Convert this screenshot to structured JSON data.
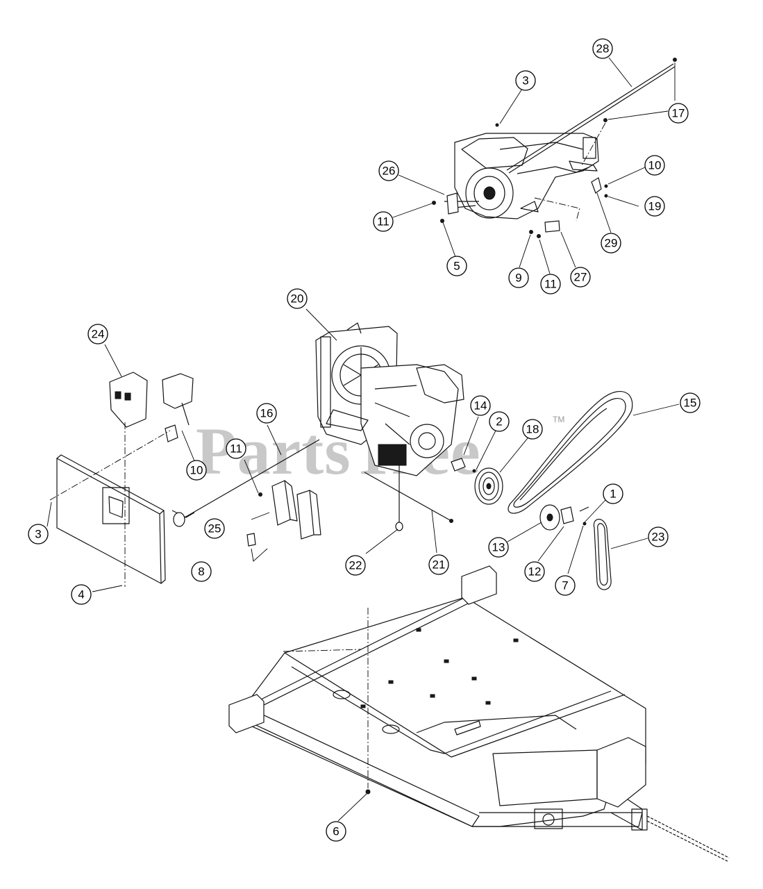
{
  "watermark": {
    "text": "PartsTree",
    "trademark": "TM"
  },
  "callouts": [
    {
      "id": "28",
      "label": "28"
    },
    {
      "id": "3a",
      "label": "3"
    },
    {
      "id": "17",
      "label": "17"
    },
    {
      "id": "26",
      "label": "26"
    },
    {
      "id": "10a",
      "label": "10"
    },
    {
      "id": "11a",
      "label": "11"
    },
    {
      "id": "19",
      "label": "19"
    },
    {
      "id": "5",
      "label": "5"
    },
    {
      "id": "29",
      "label": "29"
    },
    {
      "id": "9",
      "label": "9"
    },
    {
      "id": "11b",
      "label": "11"
    },
    {
      "id": "27",
      "label": "27"
    },
    {
      "id": "20",
      "label": "20"
    },
    {
      "id": "24",
      "label": "24"
    },
    {
      "id": "16",
      "label": "16"
    },
    {
      "id": "14",
      "label": "14"
    },
    {
      "id": "2",
      "label": "2"
    },
    {
      "id": "18",
      "label": "18"
    },
    {
      "id": "15",
      "label": "15"
    },
    {
      "id": "11c",
      "label": "11"
    },
    {
      "id": "10b",
      "label": "10"
    },
    {
      "id": "1",
      "label": "1"
    },
    {
      "id": "25",
      "label": "25"
    },
    {
      "id": "3b",
      "label": "3"
    },
    {
      "id": "13",
      "label": "13"
    },
    {
      "id": "23",
      "label": "23"
    },
    {
      "id": "8",
      "label": "8"
    },
    {
      "id": "22",
      "label": "22"
    },
    {
      "id": "21",
      "label": "21"
    },
    {
      "id": "12",
      "label": "12"
    },
    {
      "id": "7",
      "label": "7"
    },
    {
      "id": "4",
      "label": "4"
    },
    {
      "id": "6",
      "label": "6"
    }
  ]
}
